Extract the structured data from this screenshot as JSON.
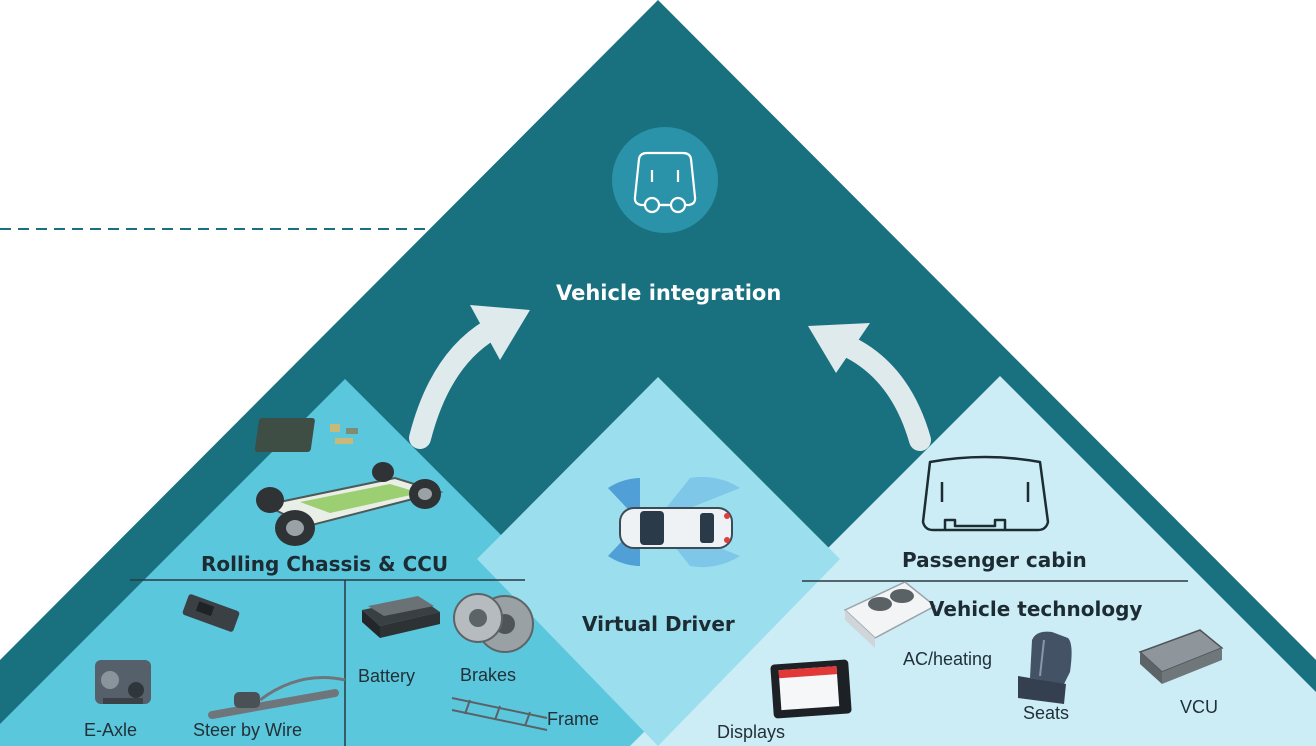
{
  "top": {
    "label": "Vehicle integration",
    "icon": "vehicle-icon"
  },
  "left": {
    "title": "Rolling Chassis & CCU",
    "items": [
      "E-Axle",
      "Steer by Wire",
      "Battery",
      "Brakes",
      "Frame"
    ]
  },
  "center": {
    "title": "Virtual Driver"
  },
  "right": {
    "title": "Passenger cabin",
    "subtitle": "Vehicle technology",
    "items": [
      "AC/heating",
      "Seats",
      "VCU",
      "Displays"
    ]
  },
  "colors": {
    "top_section": "#19707f",
    "icon_circle": "#2b93a9",
    "left_section": "#5bc7dc",
    "center_section": "#9bdeed",
    "right_section": "#ccedf6",
    "arrow": "#dfeaec",
    "dashed_line": "#19707f"
  }
}
